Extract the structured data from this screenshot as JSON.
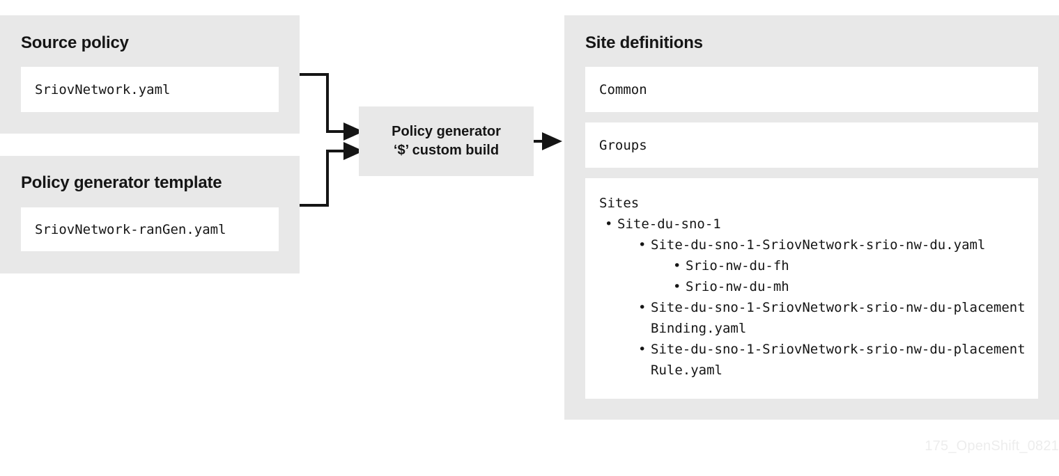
{
  "diagram": {
    "title_hidden": "",
    "colors": {
      "panel_gray": "#e8e8e8",
      "card_white": "#ffffff",
      "text_black": "#151515",
      "watermark_gray": "#ededed"
    },
    "left": {
      "source_policy": {
        "title": "Source policy",
        "file": "SriovNetwork.yaml"
      },
      "policy_generator_template": {
        "title": "Policy generator template",
        "file": "SriovNetwork-ranGen.yaml"
      }
    },
    "center": {
      "generator_box": {
        "line1": "Policy generator",
        "line2": "‘$’ custom build",
        "text": "Policy generator\n‘$’ custom build"
      }
    },
    "right": {
      "title": "Site definitions",
      "common": "Common",
      "groups": "Groups",
      "sites": {
        "heading": "Sites",
        "bullet": "•",
        "items": [
          {
            "label": "Site-du-sno-1",
            "children": [
              {
                "label": "Site-du-sno-1-SriovNetwork-srio-nw-du.yaml",
                "children": [
                  {
                    "label": "Srio-nw-du-fh"
                  },
                  {
                    "label": "Srio-nw-du-mh"
                  }
                ]
              },
              {
                "label": "Site-du-sno-1-SriovNetwork-srio-nw-du-placementBinding.yaml"
              },
              {
                "label": "Site-du-sno-1-SriovNetwork-srio-nw-du-placementRule.yaml"
              }
            ]
          }
        ]
      }
    },
    "watermark": "175_OpenShift_0821"
  }
}
